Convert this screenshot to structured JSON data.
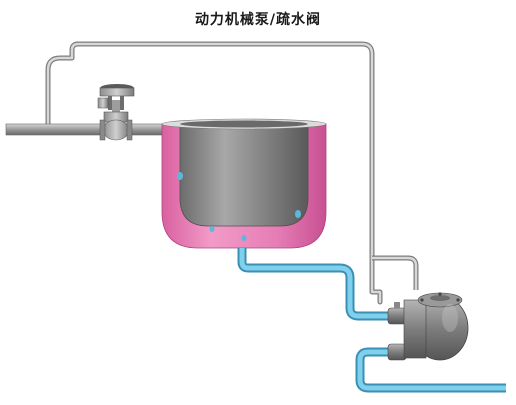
{
  "title": "动力机械泵/疏水阀",
  "colors": {
    "steam_pipe": "#a8a8a8",
    "condensate_pipe": "#5bb8d8",
    "jacket": "#e87fb4",
    "vessel": "#8e8e8e",
    "pump_body": "#8a8a8a",
    "background": "#ffffff"
  },
  "components": {
    "steam_inlet_pipe": "steam-inlet-pipe",
    "control_valve": "control-valve",
    "jacketed_vessel": "jacketed-kettle",
    "condensate_line": "condensate-drain-line",
    "motive_line": "motive-steam-line",
    "pump_trap": "pressure-powered-pump-trap",
    "discharge_line": "condensate-return-line"
  }
}
